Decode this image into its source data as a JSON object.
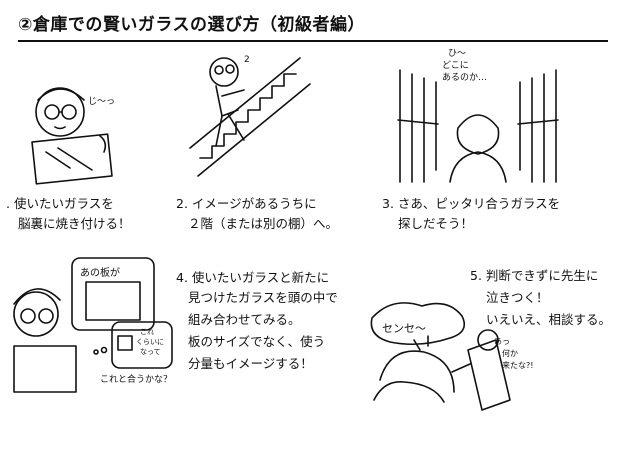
{
  "title": "②倉庫での賢いガラスの選び方（初級者編）",
  "steps": [
    {
      "line1": ". 使いたいガラスを",
      "line2": "脳裏に焼き付ける！"
    },
    {
      "line1": "2. イメージがあるうちに",
      "line2": "２階（または別の棚）へ。"
    },
    {
      "line1": "3. さあ、ピッタリ合うガラスを",
      "line2": "探しだそう！"
    },
    {
      "line1": "4. 使いたいガラスと新たに",
      "line2": "見つけたガラスを頭の中で",
      "line3": "組み合わせてみる。",
      "line4": "板のサイズでなく、使う",
      "line5": "分量もイメージする！"
    },
    {
      "line1": "5. 判断できずに先生に",
      "line2": "泣きつく！",
      "line3": "いえいえ、相談する。"
    }
  ],
  "drawings": {
    "p1_sfx": "じ〜っ",
    "p3_bubble_line1": "ひ〜",
    "p3_bubble_line2": "どこに",
    "p3_bubble_line3": "あるのか…",
    "p4_thought_top": "あの板が",
    "p4_thought_small1": "これ",
    "p4_thought_small2": "くらいに",
    "p4_thought_small3": "なって",
    "p4_thought_bottom": "これと合うかな？",
    "p5_shout": "センセ〜",
    "p5_teacher1": "あっ",
    "p5_teacher2": "何か",
    "p5_teacher3": "来たな?!"
  }
}
